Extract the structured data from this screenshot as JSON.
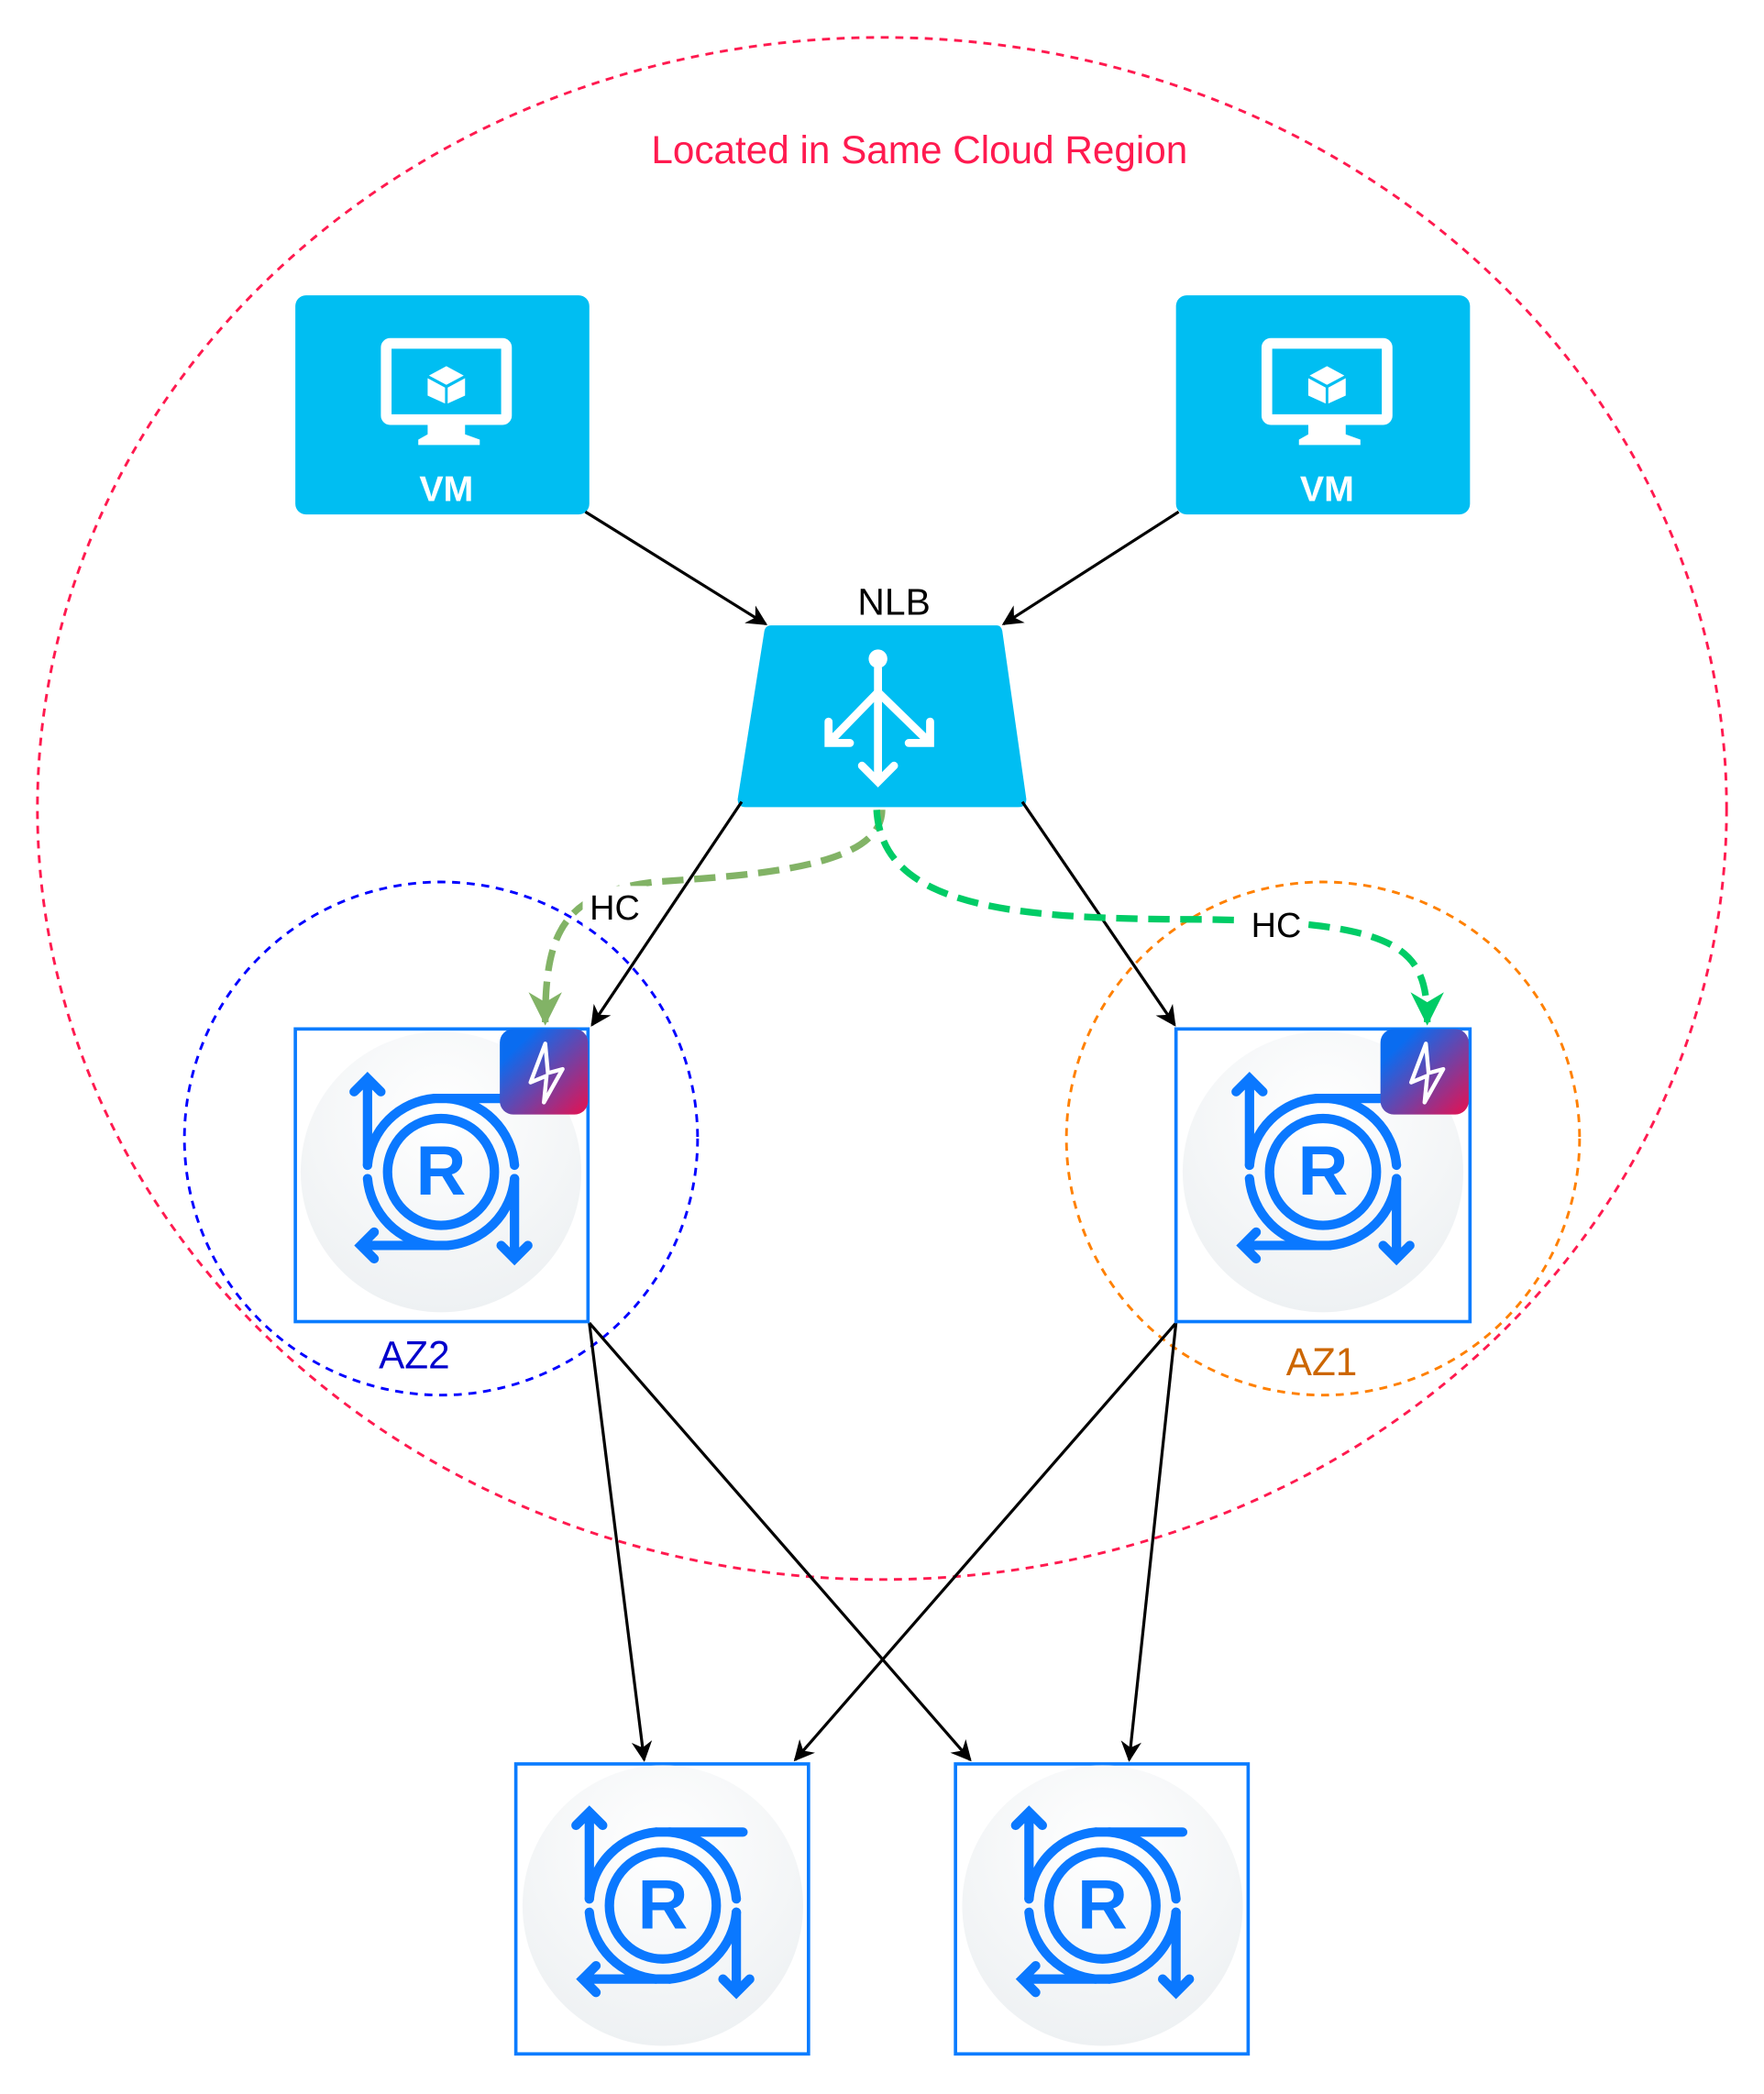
{
  "region": {
    "label": "Located in Same Cloud Region",
    "color": "#ff1a4f"
  },
  "vms": [
    {
      "label": "VM"
    },
    {
      "label": "VM"
    }
  ],
  "nlb": {
    "label": "NLB",
    "color": "#00bef2"
  },
  "zones": [
    {
      "label": "AZ2",
      "color": "#0000cc",
      "circle_color": "#0000ff"
    },
    {
      "label": "AZ1",
      "color": "#cc6600",
      "circle_color": "#ff8000"
    }
  ],
  "health_checks": [
    {
      "label": "HC",
      "color": "#82b366"
    },
    {
      "label": "HC",
      "color": "#00cc66"
    }
  ],
  "redis_node_letter": "R",
  "colors": {
    "redis": "#0a78ff",
    "vm": "#00bef2"
  }
}
